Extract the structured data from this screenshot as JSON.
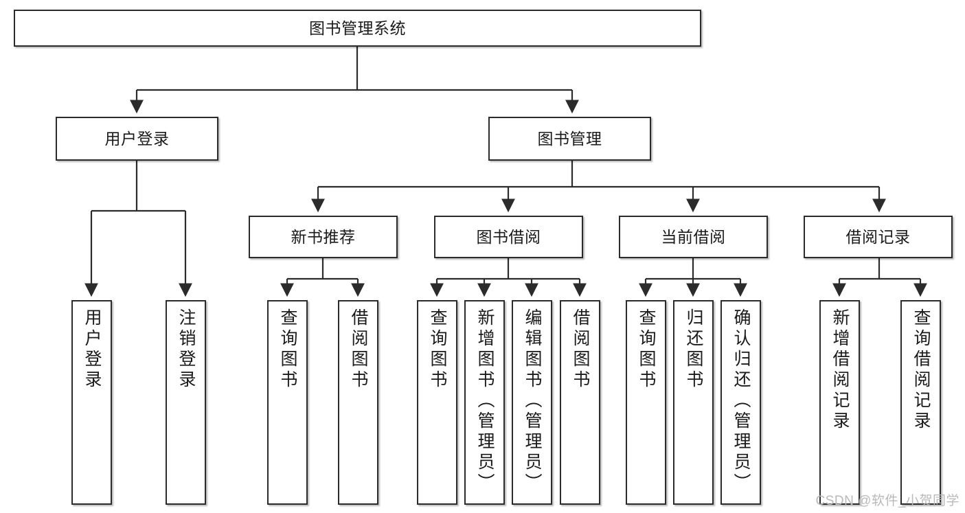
{
  "diagram": {
    "title": "图书管理系统",
    "type": "tree",
    "colors": {
      "border": "#2b2b2b",
      "node_fill": "#ffffff",
      "edge": "#2b2b2b",
      "text": "#1a1a1a",
      "watermark": "#b9b9b9",
      "background": "#ffffff"
    },
    "watermark": "CSDN @软件_小贺同学",
    "nodes": {
      "root": {
        "label": "图书管理系统"
      },
      "level2": [
        {
          "id": "user-login",
          "label": "用户登录"
        },
        {
          "id": "book-manage",
          "label": "图书管理"
        }
      ],
      "level3": [
        {
          "id": "new-book-recommend",
          "label": "新书推荐"
        },
        {
          "id": "book-borrow",
          "label": "图书借阅"
        },
        {
          "id": "current-borrow",
          "label": "当前借阅"
        },
        {
          "id": "borrow-record",
          "label": "借阅记录"
        }
      ],
      "leaves": {
        "user-login": [
          {
            "id": "leaf-user-login",
            "label": "用户登录"
          },
          {
            "id": "leaf-logout-login",
            "label": "注销登录"
          }
        ],
        "new-book-recommend": [
          {
            "id": "leaf-query-book-1",
            "label": "查询图书"
          },
          {
            "id": "leaf-borrow-book-1",
            "label": "借阅图书"
          }
        ],
        "book-borrow": [
          {
            "id": "leaf-query-book-2",
            "label": "查询图书"
          },
          {
            "id": "leaf-add-book",
            "label": "新增图书（管理员）"
          },
          {
            "id": "leaf-edit-book",
            "label": "编辑图书（管理员）"
          },
          {
            "id": "leaf-borrow-book-2",
            "label": "借阅图书"
          }
        ],
        "current-borrow": [
          {
            "id": "leaf-query-book-3",
            "label": "查询图书"
          },
          {
            "id": "leaf-return-book",
            "label": "归还图书"
          },
          {
            "id": "leaf-confirm-return",
            "label": "确认归还（管理员）"
          }
        ],
        "borrow-record": [
          {
            "id": "leaf-add-record",
            "label": "新增借阅记录"
          },
          {
            "id": "leaf-query-record",
            "label": "查询借阅记录"
          }
        ]
      }
    }
  }
}
